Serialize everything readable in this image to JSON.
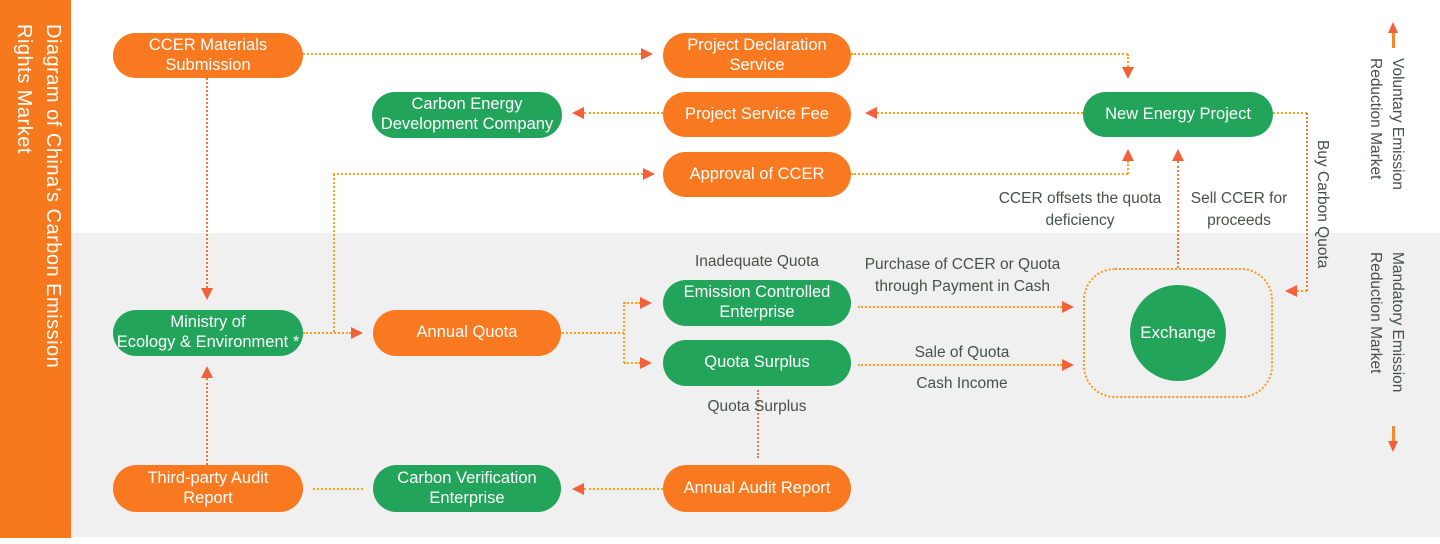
{
  "title": "Diagram of China's Carbon Emission\nRights Market",
  "sections": {
    "voluntary": "Voluntary Emission\nReduction Market",
    "mandatory": "Mandatory Emission\nReduction Market"
  },
  "nodes": {
    "ccer_materials_submission": "CCER Materials\nSubmission",
    "carbon_energy_development_company": "Carbon Energy\nDevelopment Company",
    "project_declaration_service": "Project Declaration\nService",
    "project_service_fee": "Project Service Fee",
    "approval_of_ccer": "Approval of CCER",
    "new_energy_project": "New Energy Project",
    "ministry_of_ecology_environment": "Ministry of\nEcology & Environment *",
    "annual_quota": "Annual Quota",
    "emission_controlled_enterprise": "Emission Controlled\nEnterprise",
    "quota_surplus": "Quota Surplus",
    "third_party_audit_report": "Third-party Audit\nReport",
    "carbon_verification_enterprise": "Carbon Verification\nEnterprise",
    "annual_audit_report": "Annual Audit Report",
    "exchange": "Exchange"
  },
  "edge_labels": {
    "inadequate_quota": "Inadequate Quota",
    "quota_surplus_flow": "Quota Surplus",
    "purchase_of_ccer": "Purchase of CCER or Quota\nthrough Payment in Cash",
    "sale_of_quota": "Sale of Quota",
    "cash_income": "Cash Income",
    "ccer_offsets": "CCER offsets the quota\ndeficiency",
    "sell_ccer": "Sell CCER for\nproceeds",
    "buy_carbon_quota": "Buy Carbon Quota"
  },
  "colors": {
    "node_orange": "#F8791F",
    "node_green": "#22A45B",
    "sidebar_orange": "#F7791E",
    "dotted_line_yellow": "#F9A21E",
    "dotted_line_orange": "#F4763A",
    "arrowhead": "#F3603C",
    "panel_gray": "#F0F0F0",
    "label_text": "#46524B",
    "pill_text": "#FFFFFF"
  }
}
